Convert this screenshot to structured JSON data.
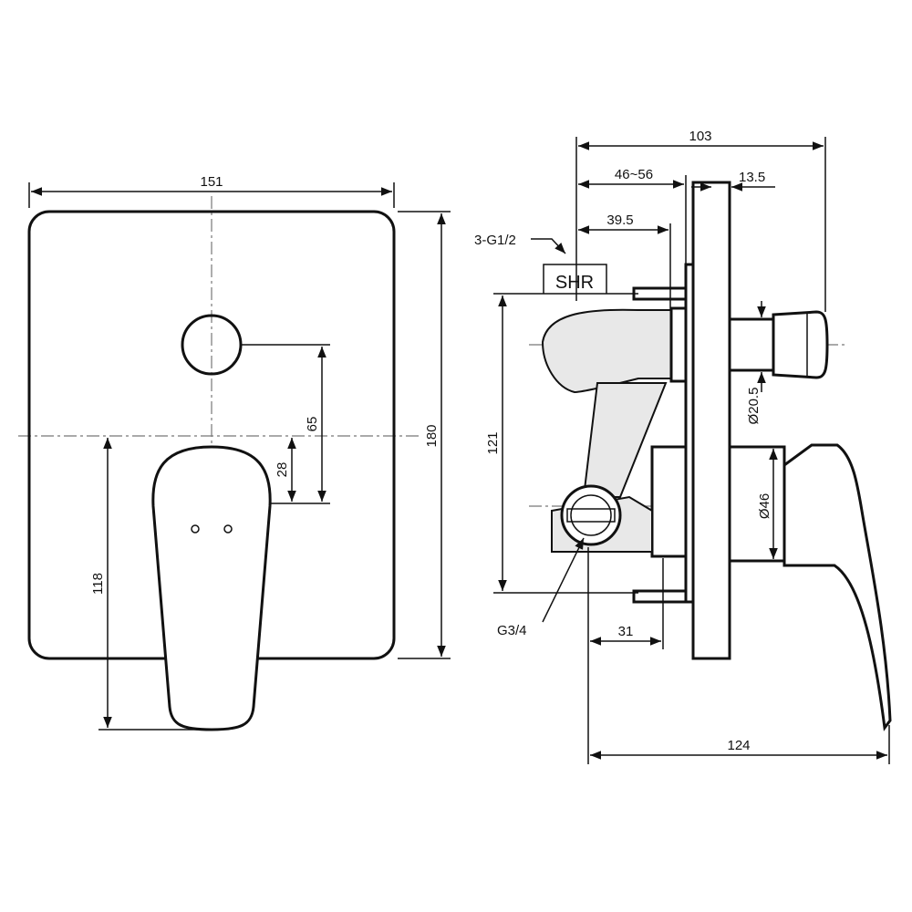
{
  "front_view": {
    "width_label": "151",
    "height_label": "180",
    "button_offset_label": "65",
    "handle_offset_label": "28",
    "handle_length_label": "118"
  },
  "side_view": {
    "overall_depth_label": "103",
    "wall_range_label": "46~56",
    "plate_depth_label": "13.5",
    "outlet_depth_label": "39.5",
    "outlet_thread_label": "3-G1/2",
    "outlet_marking": "SHR",
    "body_height_label": "121",
    "button_diameter_label": "Ø20.5",
    "handle_diameter_label": "Ø46",
    "inlet_thread_label": "G3/4",
    "inlet_depth_label": "31",
    "handle_projection_label": "124"
  }
}
